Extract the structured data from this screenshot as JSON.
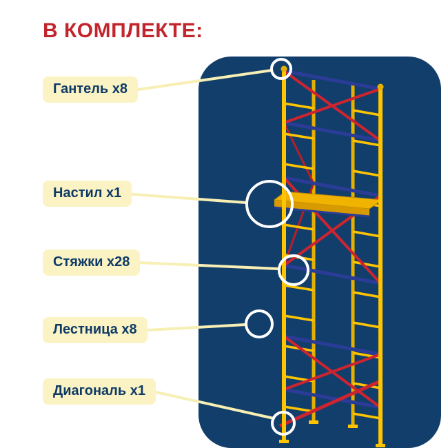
{
  "title": "В КОМПЛЕКТЕ:",
  "parts": [
    {
      "label": "Гантель x8"
    },
    {
      "label": "Настил x1"
    },
    {
      "label": "Стяжки x28"
    },
    {
      "label": "Лестница x8"
    },
    {
      "label": "Диагональ x1"
    }
  ],
  "colors": {
    "title_red": "#C2252C",
    "panel_navy": "#123E6B",
    "label_bg": "#FBF3C3",
    "label_text": "#0E3A66",
    "connector_line": "#F7EFB4",
    "callout_circle": "#FFFFFF",
    "scaffold_yellow": "#FFC400",
    "scaffold_red": "#CE2430",
    "scaffold_blue": "#2B3C97",
    "deck_yellow": "#F0B400"
  }
}
